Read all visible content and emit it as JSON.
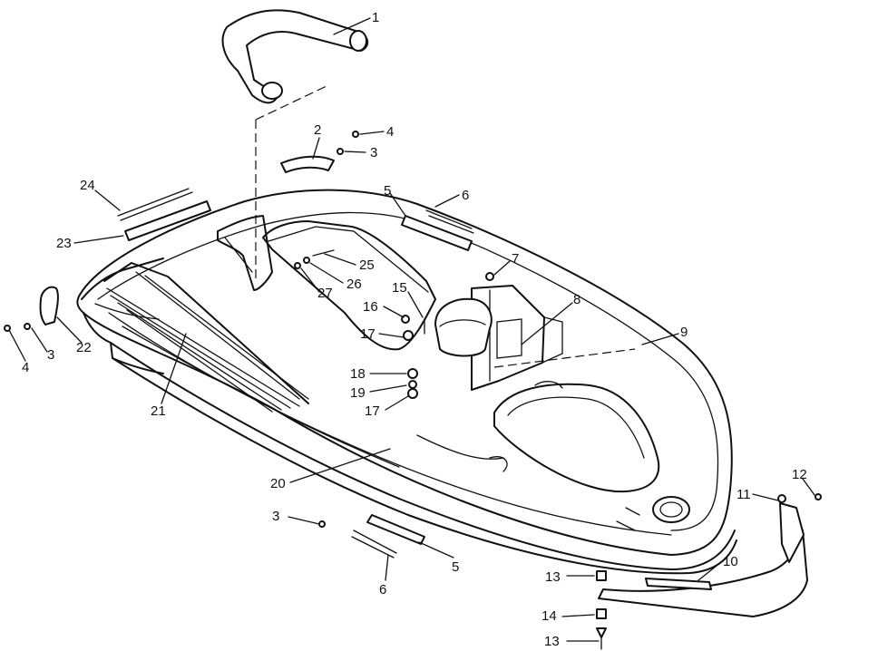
{
  "callouts": [
    {
      "id": "c1",
      "text": "1"
    },
    {
      "id": "c2",
      "text": "2"
    },
    {
      "id": "c3a",
      "text": "3"
    },
    {
      "id": "c4a",
      "text": "4"
    },
    {
      "id": "c5a",
      "text": "5"
    },
    {
      "id": "c6a",
      "text": "6"
    },
    {
      "id": "c7",
      "text": "7"
    },
    {
      "id": "c8",
      "text": "8"
    },
    {
      "id": "c9",
      "text": "9"
    },
    {
      "id": "c10",
      "text": "10"
    },
    {
      "id": "c11",
      "text": "11"
    },
    {
      "id": "c12",
      "text": "12"
    },
    {
      "id": "c13a",
      "text": "13"
    },
    {
      "id": "c13b",
      "text": "13"
    },
    {
      "id": "c14",
      "text": "14"
    },
    {
      "id": "c15",
      "text": "15"
    },
    {
      "id": "c16",
      "text": "16"
    },
    {
      "id": "c17a",
      "text": "17"
    },
    {
      "id": "c17b",
      "text": "17"
    },
    {
      "id": "c18",
      "text": "18"
    },
    {
      "id": "c19",
      "text": "19"
    },
    {
      "id": "c20",
      "text": "20"
    },
    {
      "id": "c21",
      "text": "21"
    },
    {
      "id": "c22",
      "text": "22"
    },
    {
      "id": "c23",
      "text": "23"
    },
    {
      "id": "c24",
      "text": "24"
    },
    {
      "id": "c25",
      "text": "25"
    },
    {
      "id": "c26",
      "text": "26"
    },
    {
      "id": "c27",
      "text": "27"
    },
    {
      "id": "c3b",
      "text": "3"
    },
    {
      "id": "c4b",
      "text": "4"
    },
    {
      "id": "c3c",
      "text": "3"
    },
    {
      "id": "c5b",
      "text": "5"
    },
    {
      "id": "c6b",
      "text": "6"
    }
  ]
}
